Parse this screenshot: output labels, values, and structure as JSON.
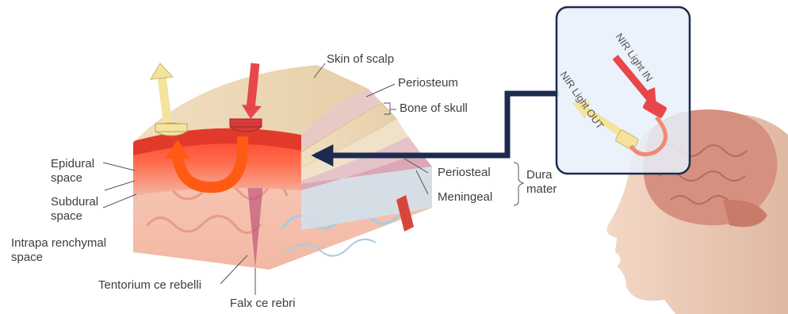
{
  "labels": {
    "skin_of_scalp": "Skin of scalp",
    "periosteum": "Periosteum",
    "bone_of_skull": "Bone of skull",
    "periosteal": "Periosteal",
    "meningeal": "Meningeal",
    "dura_mater_line1": "Dura",
    "dura_mater_line2": "mater",
    "epidural_line1": "Epidural",
    "epidural_line2": "space",
    "subdural_line1": "Subdural",
    "subdural_line2": "space",
    "intraparenchymal_line1": "Intrapa renchymal",
    "intraparenchymal_line2": "space",
    "tentorium": "Tentorium ce rebelli",
    "falx": "Falx ce  rebri"
  },
  "inset": {
    "light_in": "NIR Light IN",
    "light_out": "NIR Light OUT"
  },
  "colors": {
    "scalp": "#edd9b8",
    "bone": "#f1e2b6",
    "blood": "#e8352c",
    "connector_arrow": "#1c2b4f",
    "inset_panel": "#e8f0fa",
    "light_in_arrow": "#e8474a",
    "light_out_arrow": "#f3e39b"
  }
}
